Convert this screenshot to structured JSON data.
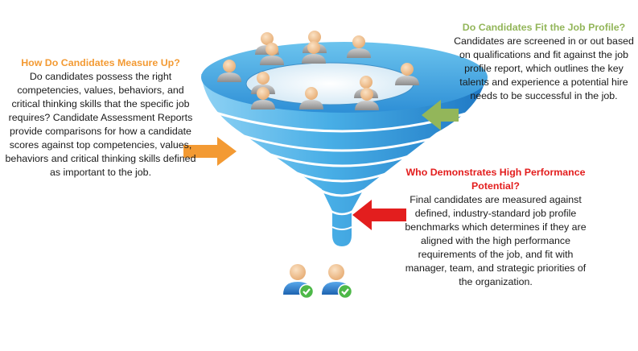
{
  "callouts": {
    "left": {
      "heading": "How Do Candidates Measure Up?",
      "body": "Do candidates possess the right competencies, values, behaviors, and critical thinking skills that the specific job requires? Candidate Assessment Reports provide comparisons for how a candidate scores against top competencies, values, behaviors and critical thinking skills defined as important to the job.",
      "color": "#f39a33"
    },
    "right_top": {
      "heading": "Do Candidates Fit the Job Profile?",
      "body": "Candidates are screened in or out based on qualifications and fit against the job profile report, which outlines the key talents and experience a potential hire needs to be successful in the job.",
      "color": "#93b65a"
    },
    "right_bottom": {
      "heading": "Who Demonstrates High Performance Potential?",
      "body": "Final candidates are measured against defined, industry-standard job profile benchmarks which determines if they are aligned with the high performance requirements of the job, and fit with manager, team, and strategic priorities of the organization.",
      "color": "#e31e1e"
    }
  },
  "colors": {
    "funnel_light": "#8fd2f4",
    "funnel_mid": "#3fa3e0",
    "funnel_dark": "#1f78c4",
    "person_head": "#f2c79a",
    "person_body_grey": "#b9b9b9",
    "person_body_blue": "#2f86d6",
    "check_green": "#4db848"
  },
  "icons": {
    "top_people": "person-icon",
    "bottom_people": "approved-person-icon",
    "check": "check-icon"
  }
}
